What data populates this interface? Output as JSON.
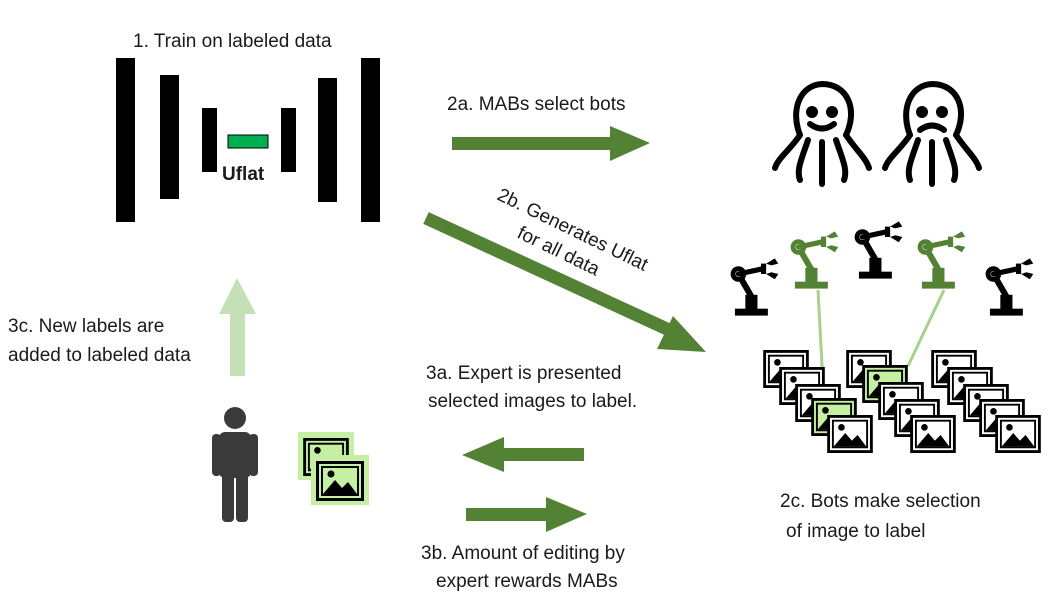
{
  "labels": {
    "step1": "1. Train on labeled data",
    "bottleneck": "Uflat",
    "step2a": "2a. MABs select bots",
    "step2b_line1": "2b. Generates Uflat",
    "step2b_line2": "for all data",
    "step2c_line1": "2c. Bots make selection",
    "step2c_line2": "of image to label",
    "step3a_line1": "3a. Expert is presented",
    "step3a_line2": "selected images to label.",
    "step3b_line1": "3b. Amount of editing by",
    "step3b_line2": "expert rewards MABs",
    "step3c_line1": "3c. New labels are",
    "step3c_line2": "added to labeled data"
  },
  "icons": {
    "network": "encoder-decoder-network-icon",
    "bots": [
      "happy-octopus-icon",
      "sad-octopus-icon"
    ],
    "arms": [
      "robot-arm-icon"
    ],
    "images": [
      "image-stack-icon"
    ],
    "person": "person-icon"
  },
  "colors": {
    "arrow_dark": "#548235",
    "arrow_light": "#c5e0b4",
    "bottleneck": "#00b050",
    "selected_image_bg": "#c5f0a4",
    "robot_green": "#548235",
    "link_line": "#a9d18e",
    "black": "#000000"
  }
}
